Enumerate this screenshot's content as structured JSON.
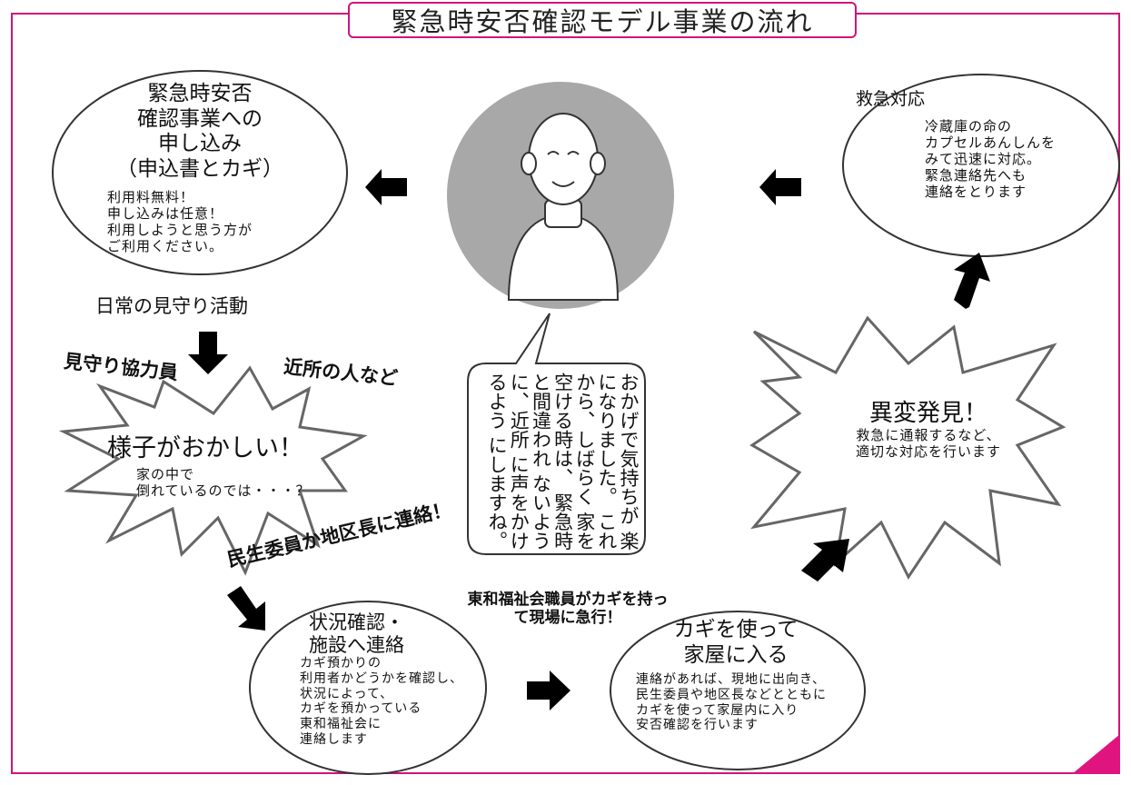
{
  "title": "緊急時安否確認モデル事業の流れ",
  "colors": {
    "frame": "#d1137a",
    "circle": "#a8a8a8",
    "corner": "#e0147f"
  },
  "application": {
    "heading": "緊急時安否\n確認事業への\n申し込み\n（申込書とカギ）",
    "body": "利用料無料！\n申し込みは任意！\n利用しようと思う方が\nご利用ください。"
  },
  "daily_watch": "日常の見守り活動",
  "watchers": {
    "left": "見守り協力員",
    "right": "近所の人など"
  },
  "strange": {
    "heading": "様子がおかしい！",
    "body": "家の中で\n倒れているのでは・・・？"
  },
  "contact_call": "民生委員か地区長に連絡！",
  "status_check": {
    "heading": "状況確認・\n施設へ連絡",
    "body": "カギ預かりの\n利用者かどうかを確認し、\n状況によって、\nカギを預かっている\n東和福祉会に\n連絡します"
  },
  "staff_rush": "東和福祉会職員がカギを持っ\nて現場に急行！",
  "enter_house": {
    "heading": "カギを使って\n家屋に入る",
    "body": "連絡があれば、現地に出向き、\n民生委員や地区長などとともに\nカギを使って家屋内に入り\n安否確認を行います"
  },
  "anomaly": {
    "heading": "異変発見！",
    "body": "救急に通報するなど、\n適切な対応を行います"
  },
  "emergency": {
    "heading": "救急対応",
    "body": "冷蔵庫の命の\nカプセルあんしんを\nみて迅速に対応。\n緊急連絡先へも\n連絡をとります"
  },
  "speech": "おかげで気持ちが\n楽になりました。\nこれから、しばらく\n家を空ける時は、\n緊急時と間違われ\nないように、近所\nに声をかけるよう\nにしますね。"
}
